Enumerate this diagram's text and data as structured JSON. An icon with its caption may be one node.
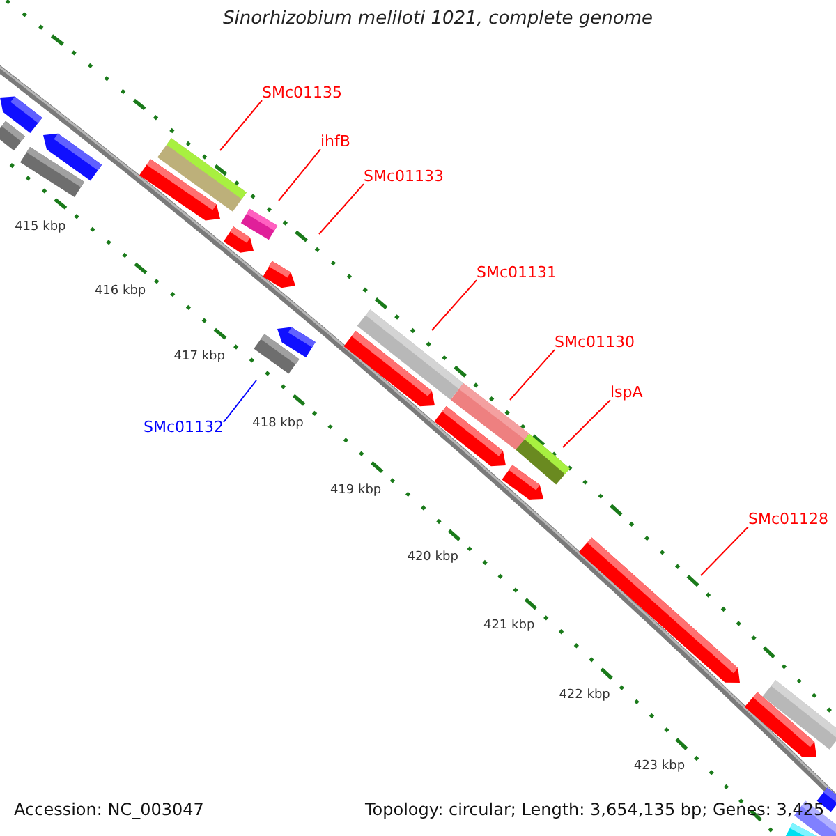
{
  "diagram": {
    "title": "Sinorhizobium meliloti 1021, complete genome",
    "nodes": [
      {
        "text": [
          "SMc01135"
        ]
      },
      {
        "text": [
          "ihfB"
        ]
      },
      {
        "text": [
          "SMc01133"
        ]
      },
      {
        "text": [
          "SMc01131"
        ]
      },
      {
        "text": [
          "SMc01130"
        ]
      },
      {
        "text": [
          "lspA"
        ]
      },
      {
        "text": [
          "SMc01132"
        ]
      },
      {
        "text": [
          "SMc01128"
        ]
      }
    ],
    "edges": [
      {
        "from": 0,
        "to": null,
        "arrow": "none"
      },
      {
        "from": 1,
        "to": null,
        "arrow": "none"
      },
      {
        "from": 2,
        "to": null,
        "arrow": "none"
      },
      {
        "from": 3,
        "to": null,
        "arrow": "none"
      },
      {
        "from": 4,
        "to": null,
        "arrow": "none"
      },
      {
        "from": 5,
        "to": null,
        "arrow": "none"
      },
      {
        "from": 6,
        "to": null,
        "arrow": "none",
        "color": "#0000ff"
      },
      {
        "from": 7,
        "to": null,
        "arrow": "none"
      }
    ],
    "labels": [
      "415 kbp",
      "416 kbp",
      "417 kbp",
      "418 kbp",
      "419 kbp",
      "420 kbp",
      "421 kbp",
      "422 kbp",
      "423 kbp",
      "Accession: NC_003047",
      "Topology: circular; Length: 3,654,135 bp; Genes: 3,425"
    ]
  }
}
